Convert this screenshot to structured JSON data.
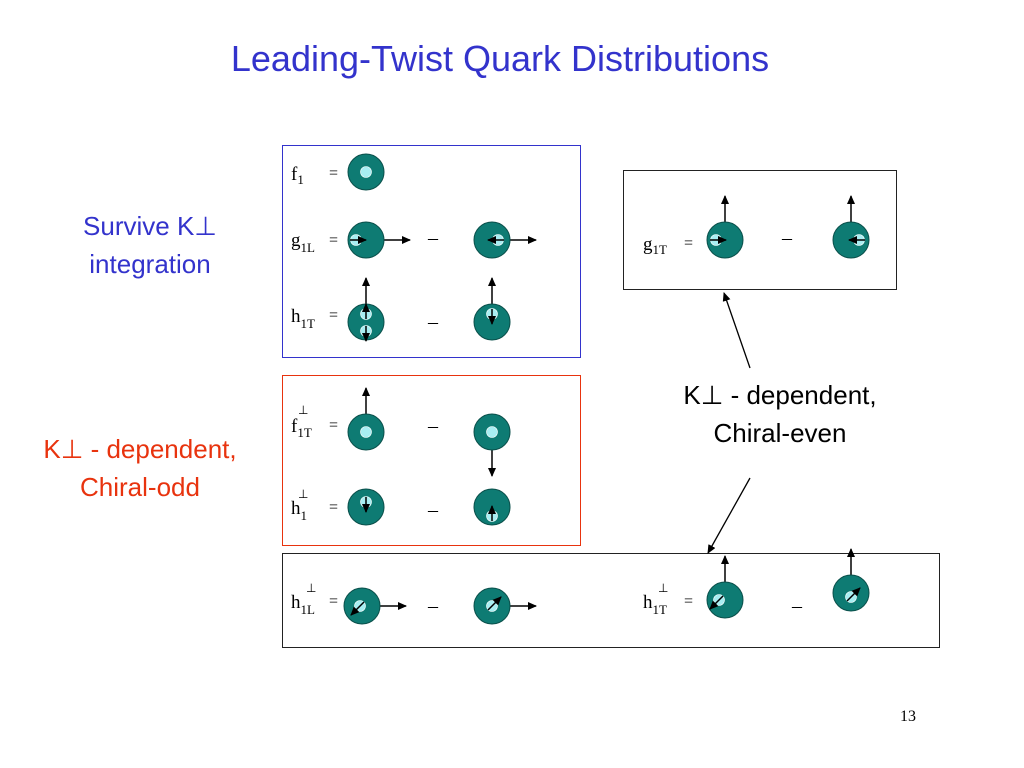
{
  "title": "Leading-Twist Quark Distributions",
  "left_labels": {
    "survive_line1": "Survive K⊥",
    "survive_line2": "integration",
    "odd_line1": "K⊥ - dependent,",
    "odd_line2": "Chiral-odd"
  },
  "right_label": {
    "line1": "K⊥ - dependent,",
    "line2": "Chiral-even"
  },
  "symbols": {
    "equals": "=",
    "minus": "–",
    "perp": "⊥"
  },
  "distributions": {
    "f1": {
      "main": "f",
      "sub": "1"
    },
    "g1L": {
      "main": "g",
      "sub": "1L"
    },
    "h1T": {
      "main": "h",
      "sub": "1T"
    },
    "g1T": {
      "main": "g",
      "sub": "1T"
    },
    "f1T_perp": {
      "main": "f",
      "sub": "1T"
    },
    "h1_perp": {
      "main": "h",
      "sub": "1"
    },
    "h1L_perp": {
      "main": "h",
      "sub": "1L"
    },
    "h1T_perp": {
      "main": "h",
      "sub": "1T"
    }
  },
  "colors": {
    "title": "#3333cc",
    "chiral_odd": "#e8330e",
    "nucleon": "#0e7b73",
    "quark": "#a8eef2"
  },
  "page_number": "13"
}
